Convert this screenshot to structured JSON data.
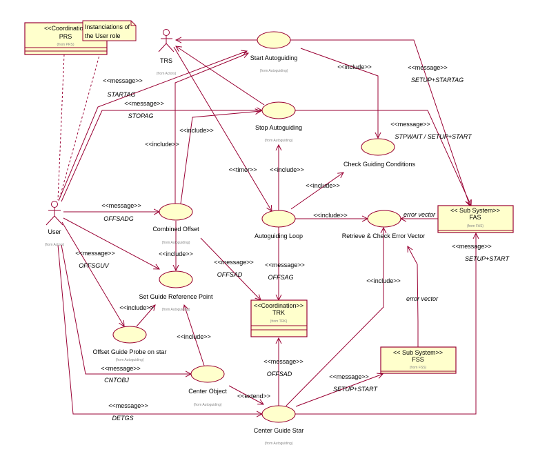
{
  "colors": {
    "line": "#990033",
    "fill": "#ffffcc"
  },
  "actors": {
    "trs": {
      "name": "TRS",
      "from": "(from Actors)"
    },
    "user": {
      "name": "User",
      "from": "(from Actors)"
    }
  },
  "classes": {
    "prs": {
      "stereotype": "<<Coordination>>",
      "name": "PRS",
      "from": "(from PRS)"
    },
    "trk": {
      "stereotype": "<<Coordination>>",
      "name": "TRK",
      "from": "(from TRK)"
    },
    "fas": {
      "stereotype": "<< Sub System>>",
      "name": "FAS",
      "from": "(from FAS)"
    },
    "fss": {
      "stereotype": "<< Sub System>>",
      "name": "FSS",
      "from": "(from FSS)"
    }
  },
  "note": {
    "line1": "Instanciations of",
    "line2": "the User role"
  },
  "use_cases": {
    "start": {
      "name": "Start Autoguiding",
      "from": "(from Autoguiding)"
    },
    "stop": {
      "name": "Stop Autoguiding",
      "from": "(from Autoguiding)"
    },
    "check": {
      "name": "Check Guiding Conditions"
    },
    "combined": {
      "name": "Combined Offset",
      "from": "(from Autoguiding)"
    },
    "loop": {
      "name": "Autoguiding Loop"
    },
    "retrieve": {
      "name": "Retrieve & Check Error Vector"
    },
    "setref": {
      "name": "Set Guide Reference Point",
      "from": "(from Autoguiding)"
    },
    "probe": {
      "name": "Offset Guide Probe on star",
      "from": "(from Autoguiding)"
    },
    "centerobj": {
      "name": "Center Object",
      "from": "(from Autoguiding)"
    },
    "centerstar": {
      "name": "Center Guide Star",
      "from": "(from Autoguiding)"
    }
  },
  "edges": {
    "startag": {
      "stereo": "<<message>>",
      "msg": "STARTAG"
    },
    "stopag": {
      "stereo": "<<message>>",
      "msg": "STOPAG"
    },
    "comb_start": {
      "stereo": "<<include>>"
    },
    "comb_stop": {
      "stereo": "<<include>>"
    },
    "start_check": {
      "stereo": "<<include>>"
    },
    "start_fas": {
      "stereo": "<<message>>",
      "msg": "SETUP+STARTAG"
    },
    "stop_fas": {
      "stereo": "<<message>>",
      "msg": "STPWAIT / SETUP+START"
    },
    "trs_loop": {
      "stereo": "<<timer>>"
    },
    "loop_stop": {
      "stereo": "<<include>>"
    },
    "loop_check": {
      "stereo": "<<include>>"
    },
    "offsadg": {
      "stereo": "<<message>>",
      "msg": "OFFSADG"
    },
    "loop_retrieve": {
      "stereo": "<<include>>"
    },
    "fas_retrieve": {
      "label": "error vector"
    },
    "comb_setref": {
      "stereo": "<<include>>"
    },
    "offsguv": {
      "stereo": "<<message>>",
      "msg": "OFFSGUV"
    },
    "comb_trk": {
      "stereo": "<<message>>",
      "msg": "OFFSAD"
    },
    "loop_trk": {
      "stereo": "<<message>>",
      "msg": "OFFSAG"
    },
    "probe_setref": {
      "stereo": "<<include>>"
    },
    "cgs_retrieve": {
      "stereo": "<<include>>"
    },
    "fss_retrieve": {
      "label": "error vector"
    },
    "cgs_fas": {
      "stereo": "<<message>>",
      "msg": "SETUP+START"
    },
    "cobj_setref": {
      "stereo": "<<include>>"
    },
    "cntobj": {
      "stereo": "<<message>>",
      "msg": "CNTOBJ"
    },
    "cgs_trk": {
      "stereo": "<<message>>",
      "msg": "OFFSAD"
    },
    "extend": {
      "stereo": "<<extend>>"
    },
    "cgs_fss": {
      "stereo": "<<message>>",
      "msg": "SETUP+START"
    },
    "detgs": {
      "stereo": "<<message>>",
      "msg": "DETGS"
    }
  }
}
